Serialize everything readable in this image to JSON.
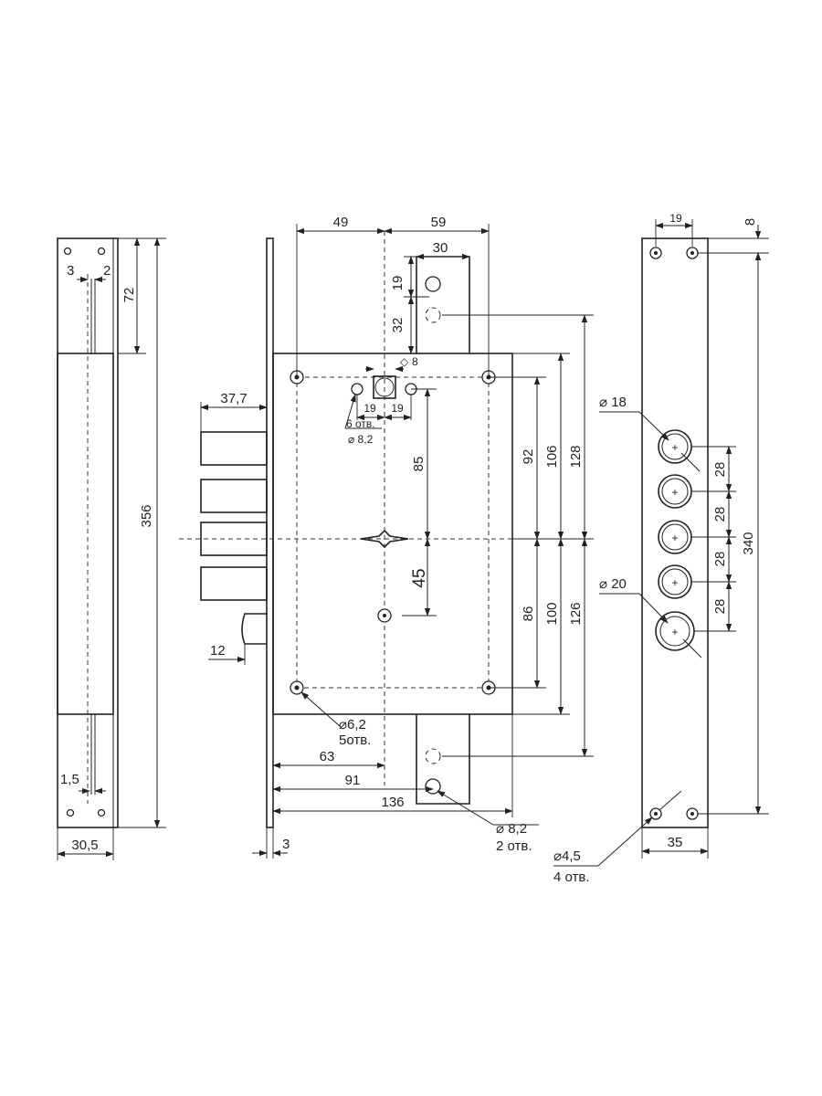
{
  "left_view": {
    "dims": {
      "d3": "3",
      "d2": "2",
      "d72": "72",
      "d356": "356",
      "d1_5": "1,5",
      "d30_5": "30,5"
    }
  },
  "center_view": {
    "dims": {
      "d49": "49",
      "d59": "59",
      "d30": "30",
      "d19a": "19",
      "d32": "32",
      "d8": "8",
      "d37_7": "37,7",
      "d19b": "19",
      "d19c": "19",
      "d85": "85",
      "d92": "92",
      "d106": "106",
      "d128": "128",
      "d45": "45",
      "d86": "86",
      "d100": "100",
      "d126": "126",
      "d12": "12",
      "d63": "63",
      "d91": "91",
      "d136": "136",
      "d3": "3"
    },
    "notes": {
      "holes_6_count": "6 отв.",
      "holes_6_dia": "⌀ 8,2",
      "holes_5_dia": "⌀6,2",
      "holes_5_count": "5отв.",
      "holes_2_dia": "⌀ 8,2",
      "holes_2_count": "2 отв."
    }
  },
  "right_view": {
    "dims": {
      "d19": "19",
      "d8": "8",
      "d340": "340",
      "d28a": "28",
      "d28b": "28",
      "d28c": "28",
      "d28d": "28",
      "d35": "35"
    },
    "notes": {
      "dia18": "⌀ 18",
      "dia20": "⌀ 20",
      "dia4_5": "⌀4,5",
      "holes_4_count": "4 отв."
    }
  }
}
